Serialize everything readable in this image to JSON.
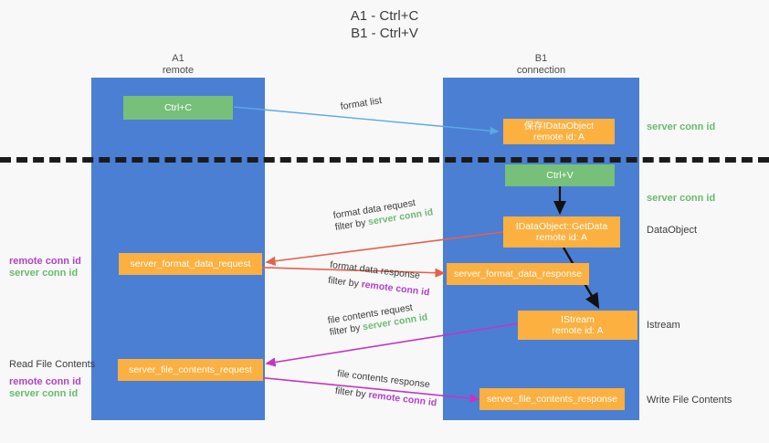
{
  "title": {
    "line1": "A1 - Ctrl+C",
    "line2": "B1 - Ctrl+V"
  },
  "colors": {
    "background": "#f8f8f8",
    "lane": "#4a7fd4",
    "green_box": "#76c07a",
    "orange_box": "#fbb040",
    "server_conn_id": "#6dbb72",
    "remote_conn_id": "#b243c8",
    "arrow_blue": "#5aa9e6",
    "arrow_red": "#e8604c",
    "arrow_magenta": "#c336c3",
    "arrow_black": "#1b1b1b",
    "divider": "#1b1b1b"
  },
  "lanes": [
    {
      "id": "a1",
      "title": "A1",
      "subtitle": "remote"
    },
    {
      "id": "b1",
      "title": "B1",
      "subtitle": "connection"
    }
  ],
  "boxes": [
    {
      "id": "ctrl-c",
      "label1": "Ctrl+C",
      "label2": "",
      "style": "green"
    },
    {
      "id": "save-idataobject",
      "label1": "保存IDataObject",
      "label2": "remote id: A",
      "style": "orange"
    },
    {
      "id": "ctrl-v",
      "label1": "Ctrl+V",
      "label2": "",
      "style": "green"
    },
    {
      "id": "idataobject-getdata",
      "label1": "IDataObject::GetData",
      "label2": "remote id: A",
      "style": "orange"
    },
    {
      "id": "server-format-data-request",
      "label1": "server_format_data_request",
      "label2": "",
      "style": "orange"
    },
    {
      "id": "server-format-data-response",
      "label1": "server_format_data_response",
      "label2": "",
      "style": "orange"
    },
    {
      "id": "istream",
      "label1": "IStream",
      "label2": "remote id: A",
      "style": "orange"
    },
    {
      "id": "server-file-contents-request",
      "label1": "server_file_contents_request",
      "label2": "",
      "style": "orange"
    },
    {
      "id": "server-file-contents-response",
      "label1": "server_file_contents_response",
      "label2": "",
      "style": "orange"
    }
  ],
  "right_annotations": [
    {
      "id": "ann-server-conn-id-1",
      "text": "server conn id",
      "kind": "green"
    },
    {
      "id": "ann-server-conn-id-2",
      "text": "server conn id",
      "kind": "green"
    },
    {
      "id": "ann-dataobject",
      "text": "DataObject",
      "kind": "plain"
    },
    {
      "id": "ann-istream",
      "text": "Istream",
      "kind": "plain"
    },
    {
      "id": "ann-write-file",
      "text": "Write File Contents",
      "kind": "plain"
    }
  ],
  "left_annotations": [
    {
      "id": "ann-left-remote-1",
      "text": "remote conn id",
      "kind": "purple"
    },
    {
      "id": "ann-left-server-1",
      "text": "server conn id",
      "kind": "green"
    },
    {
      "id": "ann-read-file",
      "text": "Read File Contents",
      "kind": "plain"
    },
    {
      "id": "ann-left-remote-2",
      "text": "remote conn id",
      "kind": "purple"
    },
    {
      "id": "ann-left-server-2",
      "text": "server conn id",
      "kind": "green"
    }
  ],
  "edge_labels": [
    {
      "id": "edge-format-list",
      "line1": "format list",
      "filter_prefix": "",
      "filter_token": "",
      "token_kind": ""
    },
    {
      "id": "edge-format-data-request",
      "line1": "format data request",
      "filter_prefix": "filter by ",
      "filter_token": "server conn id",
      "token_kind": "g"
    },
    {
      "id": "edge-format-data-response",
      "line1": "format data response",
      "filter_prefix": "filter by ",
      "filter_token": "remote conn id",
      "token_kind": "p"
    },
    {
      "id": "edge-file-contents-request",
      "line1": "file contents request",
      "filter_prefix": "filter by ",
      "filter_token": "server conn id",
      "token_kind": "g"
    },
    {
      "id": "edge-file-contents-response",
      "line1": "file contents response",
      "filter_prefix": "filter by ",
      "filter_token": "remote conn id",
      "token_kind": "p"
    }
  ]
}
